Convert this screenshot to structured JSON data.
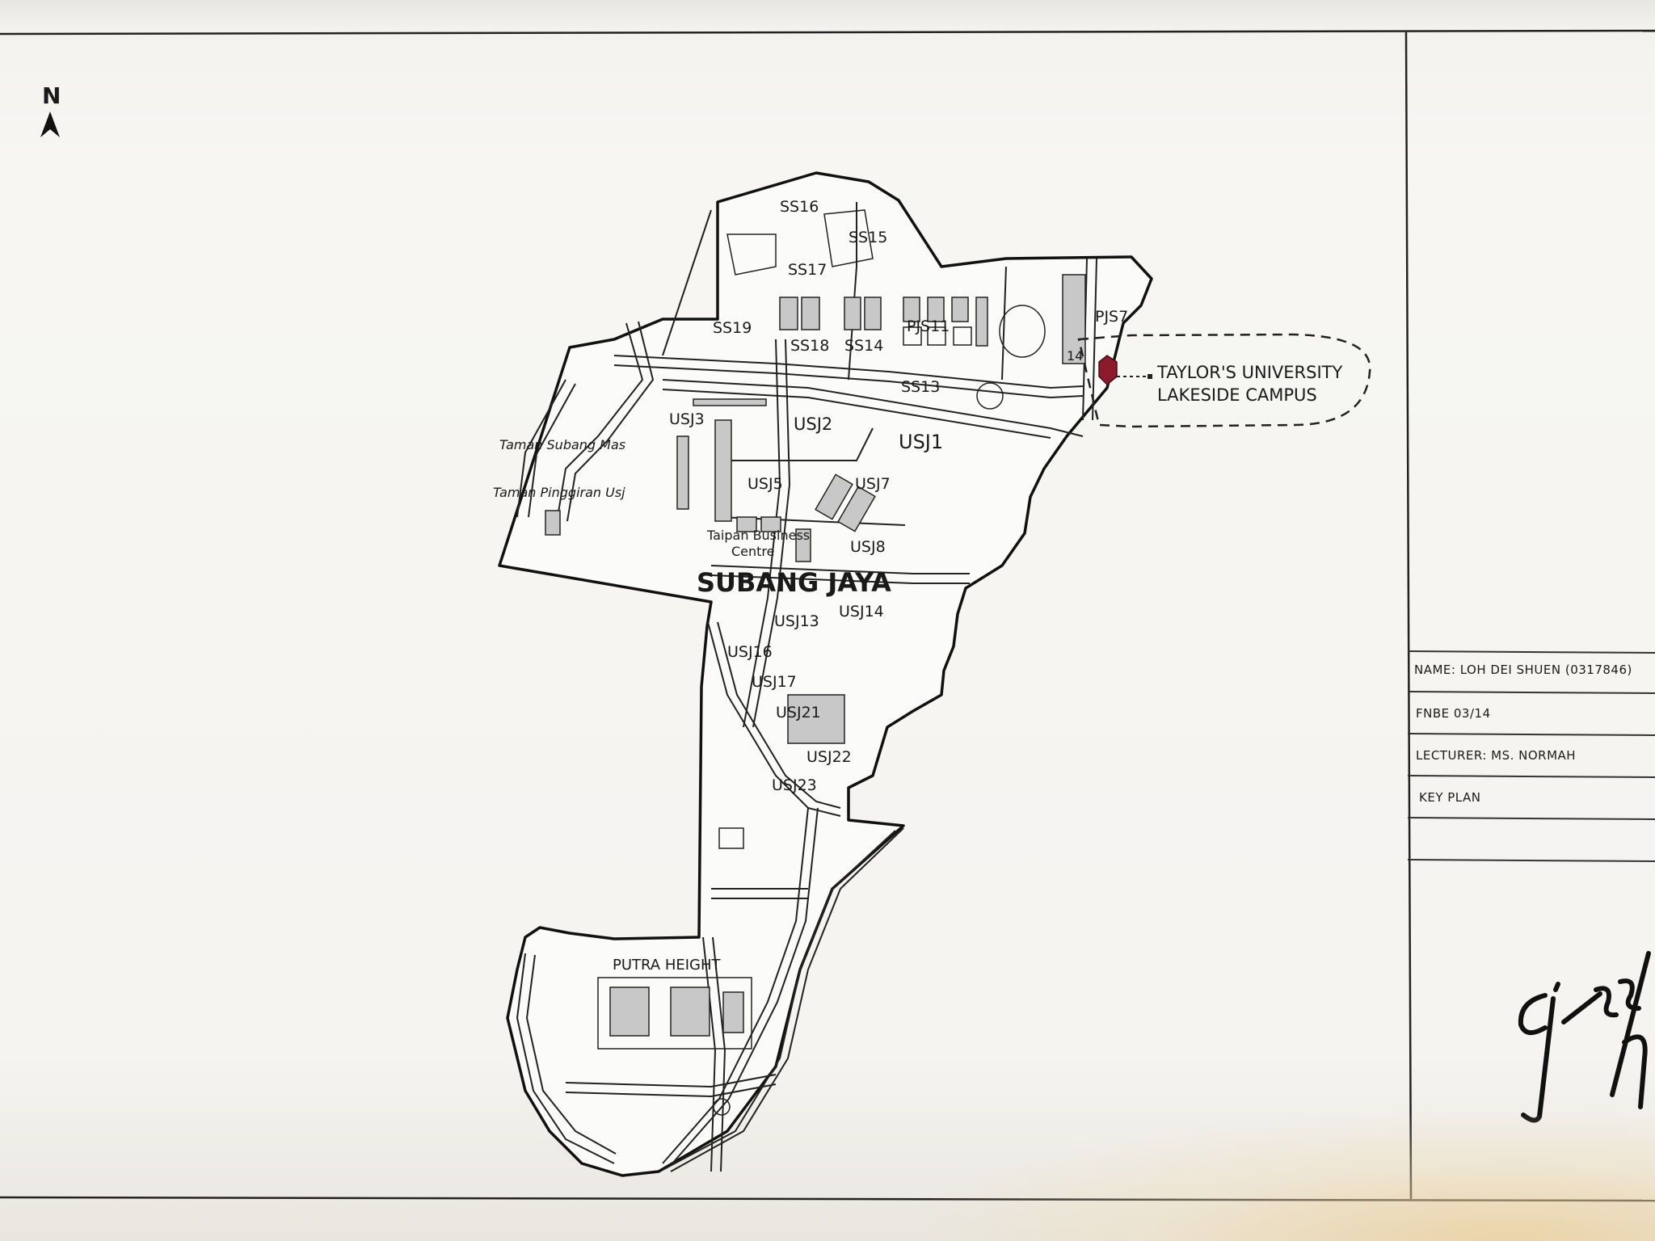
{
  "north": {
    "letter": "N"
  },
  "map": {
    "regions": {
      "ss16": "SS16",
      "ss15": "SS15",
      "ss17": "SS17",
      "ss19": "SS19",
      "ss18": "SS18",
      "ss14": "SS14",
      "pjs11": "PJS11",
      "pjs7": "PJS7",
      "ss13": "SS13",
      "usj3": "USJ3",
      "usj2": "USJ2",
      "usj1": "USJ1",
      "usj5": "USJ5",
      "usj7": "USJ7",
      "usj8": "USJ8",
      "usj13": "USJ13",
      "usj14": "USJ14",
      "usj16": "USJ16",
      "usj17": "USJ17",
      "usj21": "USJ21",
      "usj22": "USJ22",
      "usj23": "USJ23",
      "putra_height": "PUTRA HEIGHT",
      "taman_subang_mas": "Taman Subang Mas",
      "taman_pinggiran": "Taman Pinggiran Usj",
      "taipan_business": "Taipan Business",
      "taipan_centre": "Centre",
      "pjs14": "14",
      "subang_jaya": "SUBANG JAYA"
    },
    "callout_line1": "TAYLOR'S UNIVERSITY",
    "callout_line2": "LAKESIDE CAMPUS",
    "campus_color": "#8b1a2a"
  },
  "title_block": {
    "name": "NAME: LOH DEI SHUEN (0317846)",
    "course": "FNBE 03/14",
    "lecturer": "LECTURER: MS. NORMAH",
    "key_plan": "KEY PLAN"
  },
  "signature": "cj 22/9"
}
